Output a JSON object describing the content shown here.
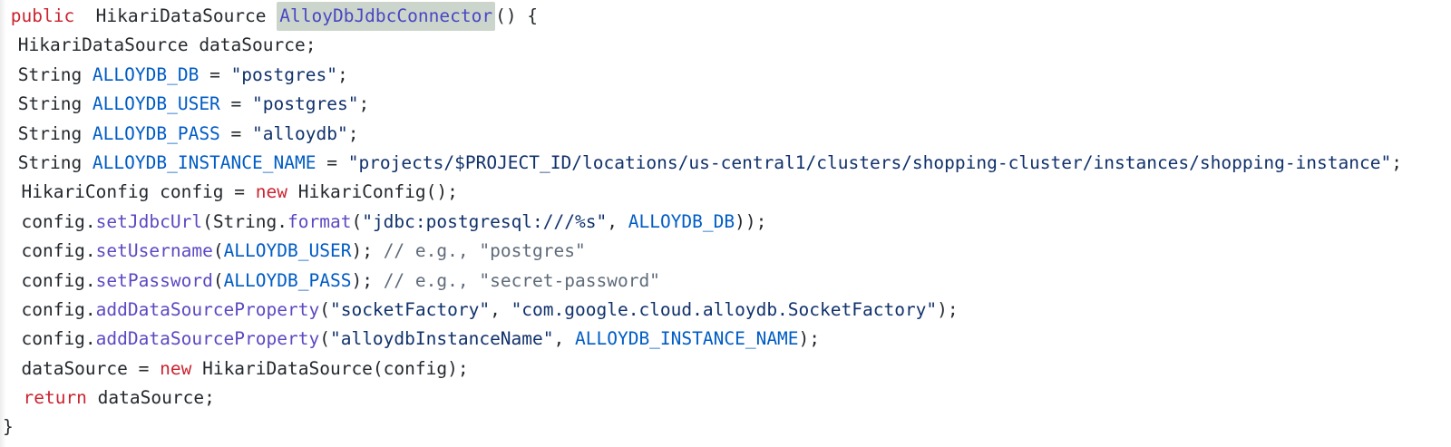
{
  "app": {
    "type": "code-snippet-viewer",
    "language": "java",
    "method_name": "AlloyDbJdbcConnector",
    "highlighted_token": "AlloyDbJdbcConnector"
  },
  "colors": {
    "background": "#ffffff",
    "plain": "#24292e",
    "keyword": "#cb2431",
    "constant": "#005cc5",
    "string": "#10316b",
    "function": "#5b49c1",
    "comment": "#5f6b7a",
    "highlight_bg": "#ccd5cb",
    "highlight_text": "#4846c4"
  },
  "code": {
    "lines": [
      {
        "tokens": [
          {
            "text": " ",
            "style": "plain"
          },
          {
            "text": "public",
            "style": "keyword"
          },
          {
            "text": "  HikariDataSource ",
            "style": "plain"
          },
          {
            "text": "AlloyDbJdbcConnector",
            "style": "highlight"
          },
          {
            "text": "() {",
            "style": "plain"
          }
        ]
      },
      {
        "tokens": [
          {
            "text": " HikariDataSource dataSource;",
            "style": "plain"
          }
        ]
      },
      {
        "tokens": [
          {
            "text": " String ",
            "style": "plain"
          },
          {
            "text": "ALLOYDB_DB",
            "style": "constant"
          },
          {
            "text": " = ",
            "style": "plain"
          },
          {
            "text": "\"postgres\"",
            "style": "string"
          },
          {
            "text": ";",
            "style": "plain"
          }
        ]
      },
      {
        "tokens": [
          {
            "text": " String ",
            "style": "plain"
          },
          {
            "text": "ALLOYDB_USER",
            "style": "constant"
          },
          {
            "text": " = ",
            "style": "plain"
          },
          {
            "text": "\"postgres\"",
            "style": "string"
          },
          {
            "text": ";",
            "style": "plain"
          }
        ]
      },
      {
        "tokens": [
          {
            "text": " String ",
            "style": "plain"
          },
          {
            "text": "ALLOYDB_PASS",
            "style": "constant"
          },
          {
            "text": " = ",
            "style": "plain"
          },
          {
            "text": "\"alloydb\"",
            "style": "string"
          },
          {
            "text": ";",
            "style": "plain"
          }
        ]
      },
      {
        "tokens": [
          {
            "text": " String ",
            "style": "plain"
          },
          {
            "text": "ALLOYDB_INSTANCE_NAME",
            "style": "constant"
          },
          {
            "text": " = ",
            "style": "plain"
          },
          {
            "text": "\"projects/$PROJECT_ID/locations/us-central1/clusters/shopping-cluster/instances/shopping-instance\"",
            "style": "string"
          },
          {
            "text": ";",
            "style": "plain"
          }
        ]
      },
      {
        "tokens": [
          {
            "text": "  HikariConfig config = ",
            "style": "plain"
          },
          {
            "text": "new",
            "style": "keyword"
          },
          {
            "text": " HikariConfig();",
            "style": "plain"
          }
        ]
      },
      {
        "tokens": [
          {
            "text": "  config.",
            "style": "plain"
          },
          {
            "text": "setJdbcUrl",
            "style": "function"
          },
          {
            "text": "(String.",
            "style": "plain"
          },
          {
            "text": "format",
            "style": "function"
          },
          {
            "text": "(",
            "style": "plain"
          },
          {
            "text": "\"jdbc:postgresql:///%s\"",
            "style": "string"
          },
          {
            "text": ", ",
            "style": "plain"
          },
          {
            "text": "ALLOYDB_DB",
            "style": "constant"
          },
          {
            "text": "));",
            "style": "plain"
          }
        ]
      },
      {
        "tokens": [
          {
            "text": "  config.",
            "style": "plain"
          },
          {
            "text": "setUsername",
            "style": "function"
          },
          {
            "text": "(",
            "style": "plain"
          },
          {
            "text": "ALLOYDB_USER",
            "style": "constant"
          },
          {
            "text": "); ",
            "style": "plain"
          },
          {
            "text": "// e.g., \"postgres\"",
            "style": "comment"
          }
        ]
      },
      {
        "tokens": [
          {
            "text": "  config.",
            "style": "plain"
          },
          {
            "text": "setPassword",
            "style": "function"
          },
          {
            "text": "(",
            "style": "plain"
          },
          {
            "text": "ALLOYDB_PASS",
            "style": "constant"
          },
          {
            "text": "); ",
            "style": "plain"
          },
          {
            "text": "// e.g., \"secret-password\"",
            "style": "comment"
          }
        ]
      },
      {
        "tokens": [
          {
            "text": "  config.",
            "style": "plain"
          },
          {
            "text": "addDataSourceProperty",
            "style": "function"
          },
          {
            "text": "(",
            "style": "plain"
          },
          {
            "text": "\"socketFactory\"",
            "style": "string"
          },
          {
            "text": ", ",
            "style": "plain"
          },
          {
            "text": "\"com.google.cloud.alloydb.SocketFactory\"",
            "style": "string"
          },
          {
            "text": ");",
            "style": "plain"
          }
        ]
      },
      {
        "tokens": [
          {
            "text": "  config.",
            "style": "plain"
          },
          {
            "text": "addDataSourceProperty",
            "style": "function"
          },
          {
            "text": "(",
            "style": "plain"
          },
          {
            "text": "\"alloydbInstanceName\"",
            "style": "string"
          },
          {
            "text": ", ",
            "style": "plain"
          },
          {
            "text": "ALLOYDB_INSTANCE_NAME",
            "style": "constant"
          },
          {
            "text": ");",
            "style": "plain"
          }
        ]
      },
      {
        "tokens": [
          {
            "text": "  dataSource = ",
            "style": "plain"
          },
          {
            "text": "new",
            "style": "keyword"
          },
          {
            "text": " HikariDataSource(config);",
            "style": "plain"
          }
        ]
      },
      {
        "tokens": [
          {
            "text": "  ",
            "style": "plain"
          },
          {
            "text": "return",
            "style": "keyword"
          },
          {
            "text": " dataSource;",
            "style": "plain"
          }
        ]
      },
      {
        "tokens": [
          {
            "text": "}",
            "style": "plain"
          }
        ]
      }
    ]
  }
}
